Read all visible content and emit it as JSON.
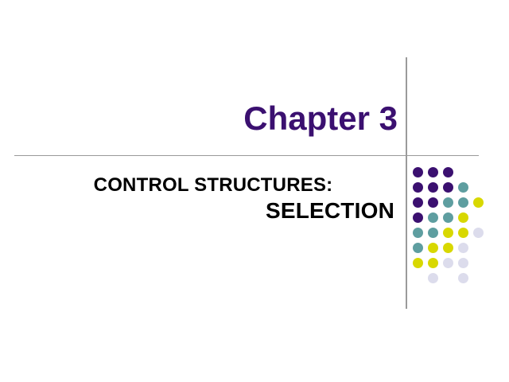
{
  "slide": {
    "title": "Chapter 3",
    "subtitle_line_1": "CONTROL STRUCTURES:",
    "subtitle_line_2": "SELECTION",
    "background_color": "#ffffff",
    "title_color": "#3b1070",
    "subtitle_color": "#000000",
    "rule_color": "#9a9a9a"
  },
  "decoration": {
    "name": "digital-dots-grid",
    "dot_diameter": 13,
    "column_pitch": 19,
    "row_pitch": 19,
    "palette": {
      "purple": "#3b1070",
      "teal": "#5e9ea0",
      "yellow": "#d8d800",
      "lavender": "#dcdcec"
    },
    "rows": [
      [
        "purple",
        "purple",
        "purple",
        null,
        null
      ],
      [
        "purple",
        "purple",
        "purple",
        "teal",
        null
      ],
      [
        "purple",
        "purple",
        "teal",
        "teal",
        "yellow"
      ],
      [
        "purple",
        "teal",
        "teal",
        "yellow",
        null
      ],
      [
        "teal",
        "teal",
        "yellow",
        "yellow",
        "lavender"
      ],
      [
        "teal",
        "yellow",
        "yellow",
        "lavender",
        null
      ],
      [
        "yellow",
        "yellow",
        "lavender",
        "lavender",
        null
      ],
      [
        null,
        "lavender",
        null,
        "lavender",
        null
      ]
    ]
  }
}
